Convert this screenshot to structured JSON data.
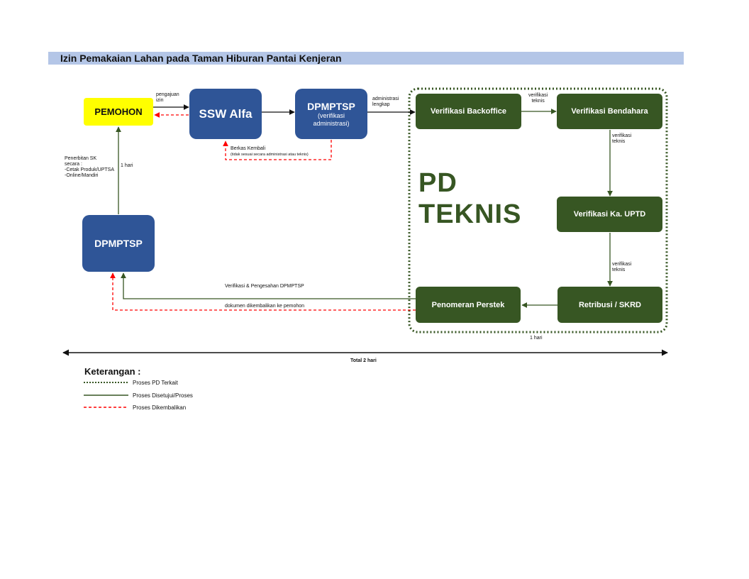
{
  "page": {
    "title": "Izin Pemakaian Lahan pada Taman Hiburan Pantai Kenjeran"
  },
  "nodes": {
    "pemohon": "PEMOHON",
    "ssw_alfa": "SSW Alfa",
    "dpmptsp_top_title": "DPMPTSP",
    "dpmptsp_top_sub1": "(verifikasi",
    "dpmptsp_top_sub2": "administrasi)",
    "dpmptsp_left": "DPMPTSP",
    "verif_backoffice": "Verifikasi Backoffice",
    "verif_bendahara": "Verifikasi Bendahara",
    "verif_uptd": "Verifikasi Ka. UPTD",
    "retribusi": "Retribusi / SKRD",
    "penomeran": "Penomeran Perstek"
  },
  "group": {
    "pd_line1": "PD",
    "pd_line2": "TEKNIS",
    "duration": "1  hari"
  },
  "edge_labels": {
    "pengajuan_1": "pengajuan",
    "pengajuan_2": "izin",
    "admin_1": "administrasi",
    "admin_2": "lengkap",
    "berkas_1": "Berkas Kembali",
    "berkas_2": "(tidak sesuai secara administrasi atau teknis)",
    "verif_teknis_1a": "verifikasi",
    "verif_teknis_1b": "teknis",
    "verif_teknis_2a": "verifikasi",
    "verif_teknis_2b": "teknis",
    "verif_teknis_3a": "verifikasi",
    "verif_teknis_3b": "teknis",
    "penerbitan_1": "Penerbitan SK",
    "penerbitan_2": "secara :",
    "penerbitan_3": "-Cetak Produk/UPTSA",
    "penerbitan_4": "-Online/Mandiri",
    "satu_hari": "1 hari",
    "verif_pengesahan": "Verifikasi & Pengesahan DPMPTSP",
    "dokumen_kembali": "dokumen dikembalikan ke pemohon",
    "total": "Total 2 hari"
  },
  "legend": {
    "title": "Keterangan :",
    "items": [
      "Proses PD Terkait",
      "Proses Disetujui/Proses",
      "Proses Dikembalikan"
    ]
  },
  "colors": {
    "title_bar": "#b4c6e7",
    "pemohon_fill": "#ffff00",
    "blue_box": "#2f5597",
    "green_box": "#375623",
    "approved_line": "#375623",
    "returned_line": "#ff0000",
    "pd_border": "#375623"
  }
}
